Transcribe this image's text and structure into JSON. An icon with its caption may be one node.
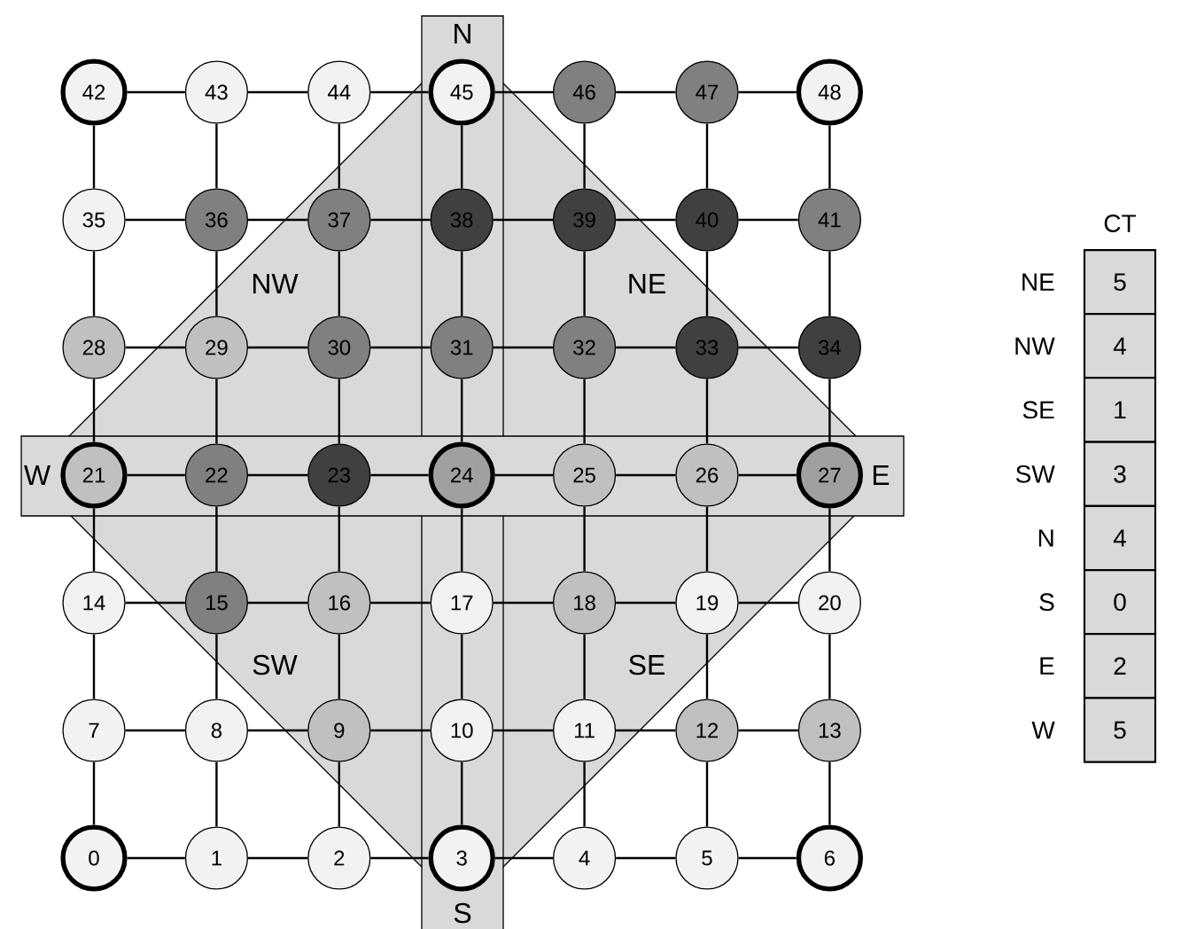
{
  "diagram": {
    "nodes": [
      {
        "text": [
          "0"
        ]
      },
      {
        "text": [
          "1"
        ]
      },
      {
        "text": [
          "2"
        ]
      },
      {
        "text": [
          "3"
        ]
      },
      {
        "text": [
          "4"
        ]
      },
      {
        "text": [
          "5"
        ]
      },
      {
        "text": [
          "6"
        ]
      },
      {
        "text": [
          "7"
        ]
      },
      {
        "text": [
          "8"
        ]
      },
      {
        "text": [
          "9"
        ]
      },
      {
        "text": [
          "10"
        ]
      },
      {
        "text": [
          "11"
        ]
      },
      {
        "text": [
          "12"
        ]
      },
      {
        "text": [
          "13"
        ]
      },
      {
        "text": [
          "14"
        ]
      },
      {
        "text": [
          "15"
        ]
      },
      {
        "text": [
          "16"
        ]
      },
      {
        "text": [
          "17"
        ]
      },
      {
        "text": [
          "18"
        ]
      },
      {
        "text": [
          "19"
        ]
      },
      {
        "text": [
          "20"
        ]
      },
      {
        "text": [
          "21"
        ]
      },
      {
        "text": [
          "22"
        ]
      },
      {
        "text": [
          "23"
        ]
      },
      {
        "text": [
          "24"
        ]
      },
      {
        "text": [
          "25"
        ]
      },
      {
        "text": [
          "26"
        ]
      },
      {
        "text": [
          "27"
        ]
      },
      {
        "text": [
          "28"
        ]
      },
      {
        "text": [
          "29"
        ]
      },
      {
        "text": [
          "30"
        ]
      },
      {
        "text": [
          "31"
        ]
      },
      {
        "text": [
          "32"
        ]
      },
      {
        "text": [
          "33"
        ]
      },
      {
        "text": [
          "34"
        ]
      },
      {
        "text": [
          "35"
        ]
      },
      {
        "text": [
          "36"
        ]
      },
      {
        "text": [
          "37"
        ]
      },
      {
        "text": [
          "38"
        ]
      },
      {
        "text": [
          "39"
        ]
      },
      {
        "text": [
          "40"
        ]
      },
      {
        "text": [
          "41"
        ]
      },
      {
        "text": [
          "42"
        ]
      },
      {
        "text": [
          "43"
        ]
      },
      {
        "text": [
          "44"
        ]
      },
      {
        "text": [
          "45"
        ]
      },
      {
        "text": [
          "46"
        ]
      },
      {
        "text": [
          "47"
        ]
      },
      {
        "text": [
          "48"
        ]
      }
    ],
    "edges": [
      {
        "from": 0,
        "to": 1,
        "arrow": "none"
      },
      {
        "from": 1,
        "to": 2,
        "arrow": "none"
      },
      {
        "from": 2,
        "to": 3,
        "arrow": "none"
      },
      {
        "from": 3,
        "to": 4,
        "arrow": "none"
      },
      {
        "from": 4,
        "to": 5,
        "arrow": "none"
      },
      {
        "from": 5,
        "to": 6,
        "arrow": "none"
      },
      {
        "from": 7,
        "to": 8,
        "arrow": "none"
      },
      {
        "from": 8,
        "to": 9,
        "arrow": "none"
      },
      {
        "from": 9,
        "to": 10,
        "arrow": "none"
      },
      {
        "from": 10,
        "to": 11,
        "arrow": "none"
      },
      {
        "from": 11,
        "to": 12,
        "arrow": "none"
      },
      {
        "from": 12,
        "to": 13,
        "arrow": "none"
      },
      {
        "from": 14,
        "to": 15,
        "arrow": "none"
      },
      {
        "from": 15,
        "to": 16,
        "arrow": "none"
      },
      {
        "from": 16,
        "to": 17,
        "arrow": "none"
      },
      {
        "from": 17,
        "to": 18,
        "arrow": "none"
      },
      {
        "from": 18,
        "to": 19,
        "arrow": "none"
      },
      {
        "from": 19,
        "to": 20,
        "arrow": "none"
      },
      {
        "from": 21,
        "to": 22,
        "arrow": "none"
      },
      {
        "from": 22,
        "to": 23,
        "arrow": "none"
      },
      {
        "from": 23,
        "to": 24,
        "arrow": "none"
      },
      {
        "from": 24,
        "to": 25,
        "arrow": "none"
      },
      {
        "from": 25,
        "to": 26,
        "arrow": "none"
      },
      {
        "from": 26,
        "to": 27,
        "arrow": "none"
      },
      {
        "from": 28,
        "to": 29,
        "arrow": "none"
      },
      {
        "from": 29,
        "to": 30,
        "arrow": "none"
      },
      {
        "from": 30,
        "to": 31,
        "arrow": "none"
      },
      {
        "from": 31,
        "to": 32,
        "arrow": "none"
      },
      {
        "from": 32,
        "to": 33,
        "arrow": "none"
      },
      {
        "from": 33,
        "to": 34,
        "arrow": "none"
      },
      {
        "from": 35,
        "to": 36,
        "arrow": "none"
      },
      {
        "from": 36,
        "to": 37,
        "arrow": "none"
      },
      {
        "from": 37,
        "to": 38,
        "arrow": "none"
      },
      {
        "from": 38,
        "to": 39,
        "arrow": "none"
      },
      {
        "from": 39,
        "to": 40,
        "arrow": "none"
      },
      {
        "from": 40,
        "to": 41,
        "arrow": "none"
      },
      {
        "from": 42,
        "to": 43,
        "arrow": "none"
      },
      {
        "from": 43,
        "to": 44,
        "arrow": "none"
      },
      {
        "from": 44,
        "to": 45,
        "arrow": "none"
      },
      {
        "from": 45,
        "to": 46,
        "arrow": "none"
      },
      {
        "from": 46,
        "to": 47,
        "arrow": "none"
      },
      {
        "from": 47,
        "to": 48,
        "arrow": "none"
      },
      {
        "from": 0,
        "to": 7,
        "arrow": "none"
      },
      {
        "from": 1,
        "to": 8,
        "arrow": "none"
      },
      {
        "from": 2,
        "to": 9,
        "arrow": "none"
      },
      {
        "from": 3,
        "to": 10,
        "arrow": "none"
      },
      {
        "from": 4,
        "to": 11,
        "arrow": "none"
      },
      {
        "from": 5,
        "to": 12,
        "arrow": "none"
      },
      {
        "from": 6,
        "to": 13,
        "arrow": "none"
      },
      {
        "from": 7,
        "to": 14,
        "arrow": "none"
      },
      {
        "from": 8,
        "to": 15,
        "arrow": "none"
      },
      {
        "from": 9,
        "to": 16,
        "arrow": "none"
      },
      {
        "from": 10,
        "to": 17,
        "arrow": "none"
      },
      {
        "from": 11,
        "to": 18,
        "arrow": "none"
      },
      {
        "from": 12,
        "to": 19,
        "arrow": "none"
      },
      {
        "from": 13,
        "to": 20,
        "arrow": "none"
      },
      {
        "from": 14,
        "to": 21,
        "arrow": "none"
      },
      {
        "from": 15,
        "to": 22,
        "arrow": "none"
      },
      {
        "from": 16,
        "to": 23,
        "arrow": "none"
      },
      {
        "from": 17,
        "to": 24,
        "arrow": "none"
      },
      {
        "from": 18,
        "to": 25,
        "arrow": "none"
      },
      {
        "from": 19,
        "to": 26,
        "arrow": "none"
      },
      {
        "from": 20,
        "to": 27,
        "arrow": "none"
      },
      {
        "from": 21,
        "to": 28,
        "arrow": "none"
      },
      {
        "from": 22,
        "to": 29,
        "arrow": "none"
      },
      {
        "from": 23,
        "to": 30,
        "arrow": "none"
      },
      {
        "from": 24,
        "to": 31,
        "arrow": "none"
      },
      {
        "from": 25,
        "to": 32,
        "arrow": "none"
      },
      {
        "from": 26,
        "to": 33,
        "arrow": "none"
      },
      {
        "from": 27,
        "to": 34,
        "arrow": "none"
      },
      {
        "from": 28,
        "to": 35,
        "arrow": "none"
      },
      {
        "from": 29,
        "to": 36,
        "arrow": "none"
      },
      {
        "from": 30,
        "to": 37,
        "arrow": "none"
      },
      {
        "from": 31,
        "to": 38,
        "arrow": "none"
      },
      {
        "from": 32,
        "to": 39,
        "arrow": "none"
      },
      {
        "from": 33,
        "to": 40,
        "arrow": "none"
      },
      {
        "from": 34,
        "to": 41,
        "arrow": "none"
      },
      {
        "from": 35,
        "to": 42,
        "arrow": "none"
      },
      {
        "from": 36,
        "to": 43,
        "arrow": "none"
      },
      {
        "from": 37,
        "to": 44,
        "arrow": "none"
      },
      {
        "from": 38,
        "to": 45,
        "arrow": "none"
      },
      {
        "from": 39,
        "to": 46,
        "arrow": "none"
      },
      {
        "from": 40,
        "to": 47,
        "arrow": "none"
      },
      {
        "from": 41,
        "to": 48,
        "arrow": "none"
      }
    ],
    "labels": [
      "N",
      "NW",
      "NE",
      "W",
      "E",
      "SW",
      "SE",
      "S",
      "CT",
      "NE",
      "5",
      "NW",
      "4",
      "SE",
      "1",
      "SW",
      "3",
      "N",
      "4",
      "S",
      "0",
      "E",
      "2",
      "W",
      "5"
    ]
  }
}
